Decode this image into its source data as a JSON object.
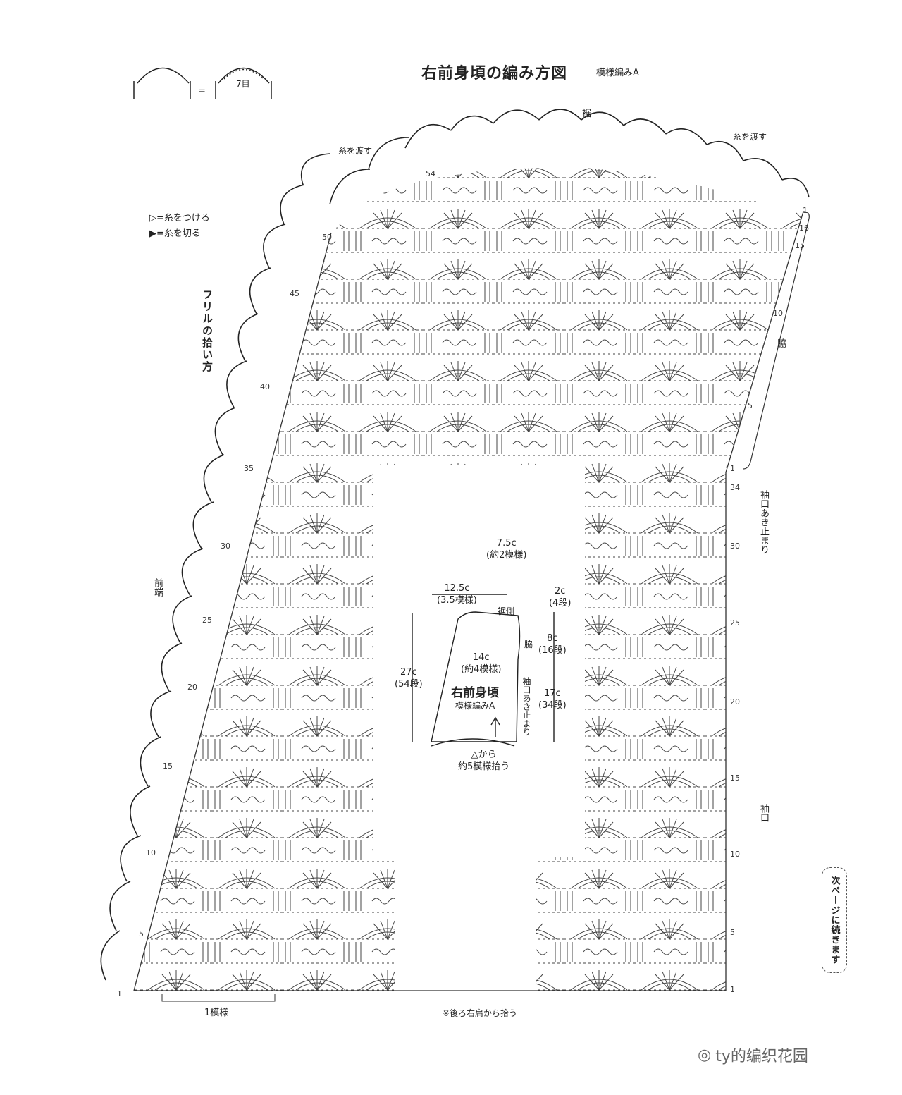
{
  "header": {
    "title": "右前身頃の編み方図",
    "pattern": "模様編みA"
  },
  "legend": {
    "stitch_count": "7目",
    "equals": "=",
    "attach": "=糸をつける",
    "cut": "=糸を切る"
  },
  "labels": {
    "hem": "裾",
    "pass_yarn_left": "糸を渡す",
    "pass_yarn_right": "糸を渡す",
    "frill": "フリルの拾い方",
    "front_edge": "前端",
    "side": "脇",
    "armhole_stop": "袖口あき止まり",
    "sleeve_opening": "袖口",
    "one_pattern": "1模様",
    "pickup_note": "※後ろ右肩から拾う",
    "next_page": "次ページに続きます"
  },
  "row_numbers_left": [
    "54",
    "50",
    "45",
    "40",
    "35",
    "30",
    "25",
    "20",
    "15",
    "10",
    "5",
    "1"
  ],
  "row_numbers_right_top": [
    "1",
    "16",
    "15",
    "10",
    "5",
    "1"
  ],
  "row_numbers_right": [
    "34",
    "30",
    "25",
    "20",
    "15",
    "10",
    "5",
    "1"
  ],
  "schematic": {
    "w_top": "7.5c",
    "w_top_sub": "(約2模様)",
    "w_neck": "12.5c",
    "w_neck_sub": "(3.5模様)",
    "hem_side": "裾側",
    "h1": "2c",
    "h1_sub": "(4段)",
    "h2": "8c",
    "h2_sub": "(16段)",
    "side": "脇",
    "w_mid": "14c",
    "w_mid_sub": "(約4模様)",
    "h_total": "27c",
    "h_total_sub": "(54段)",
    "piece_name": "右前身頃",
    "piece_pattern": "模様編みA",
    "armhole_stop": "袖口あき止まり",
    "h3": "17c",
    "h3_sub": "(34段)",
    "from_tri": "△から",
    "pick": "約5模様拾う"
  },
  "watermark": "ty的编织花园",
  "colors": {
    "ink": "#222222",
    "light": "#555555"
  }
}
